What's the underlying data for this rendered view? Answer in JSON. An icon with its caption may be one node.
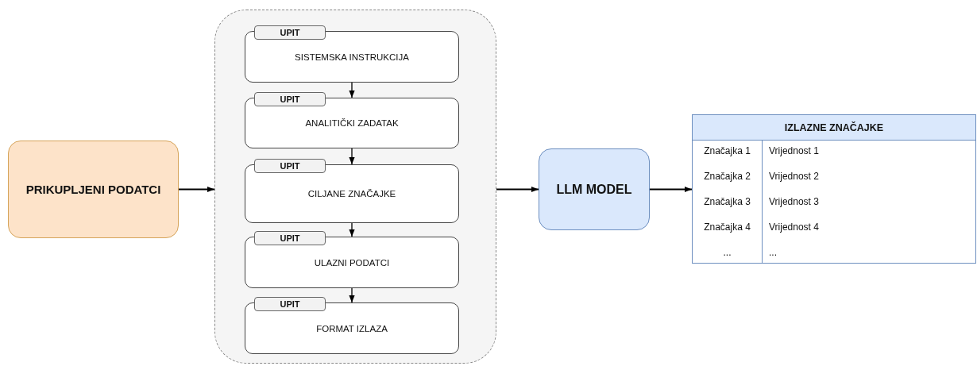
{
  "diagram": {
    "nodes": [
      {
        "text": [
          "PRIKUPLJENI PODATCI"
        ]
      },
      {
        "text": [],
        "shape": "box"
      },
      {
        "text": [
          "UPIT",
          "SISTEMSKA INSTRUKCIJA"
        ],
        "in": 1
      },
      {
        "text": [
          "UPIT",
          "ANALITIČKI ZADATAK"
        ],
        "in": 1
      },
      {
        "text": [
          "UPIT",
          "CILJANE ZNAČAJKE"
        ],
        "in": 1
      },
      {
        "text": [
          "UPIT",
          "ULAZNI PODATCI"
        ],
        "in": 1
      },
      {
        "text": [
          "UPIT",
          "FORMAT IZLAZA"
        ],
        "in": 1
      },
      {
        "text": [
          "LLM MODEL"
        ]
      },
      {
        "text": [
          "IZLAZNE ZNAČAJKE"
        ]
      }
    ],
    "edges": [
      {
        "from": 0,
        "to": 1,
        "arrow": "to"
      },
      {
        "from": 2,
        "to": 3,
        "arrow": "to"
      },
      {
        "from": 3,
        "to": 4,
        "arrow": "to"
      },
      {
        "from": 4,
        "to": 5,
        "arrow": "to"
      },
      {
        "from": 5,
        "to": 6,
        "arrow": "to"
      },
      {
        "from": 1,
        "to": 7,
        "arrow": "to"
      },
      {
        "from": 7,
        "to": 8,
        "arrow": "to"
      }
    ],
    "labels": [
      "Značajka 1",
      "Vrijednost 1",
      "Značajka 2",
      "Vrijednost 2",
      "Značajka 3",
      "Vrijednost 3",
      "Značajka 4",
      "Vrijednost 4",
      "...",
      "..."
    ]
  }
}
